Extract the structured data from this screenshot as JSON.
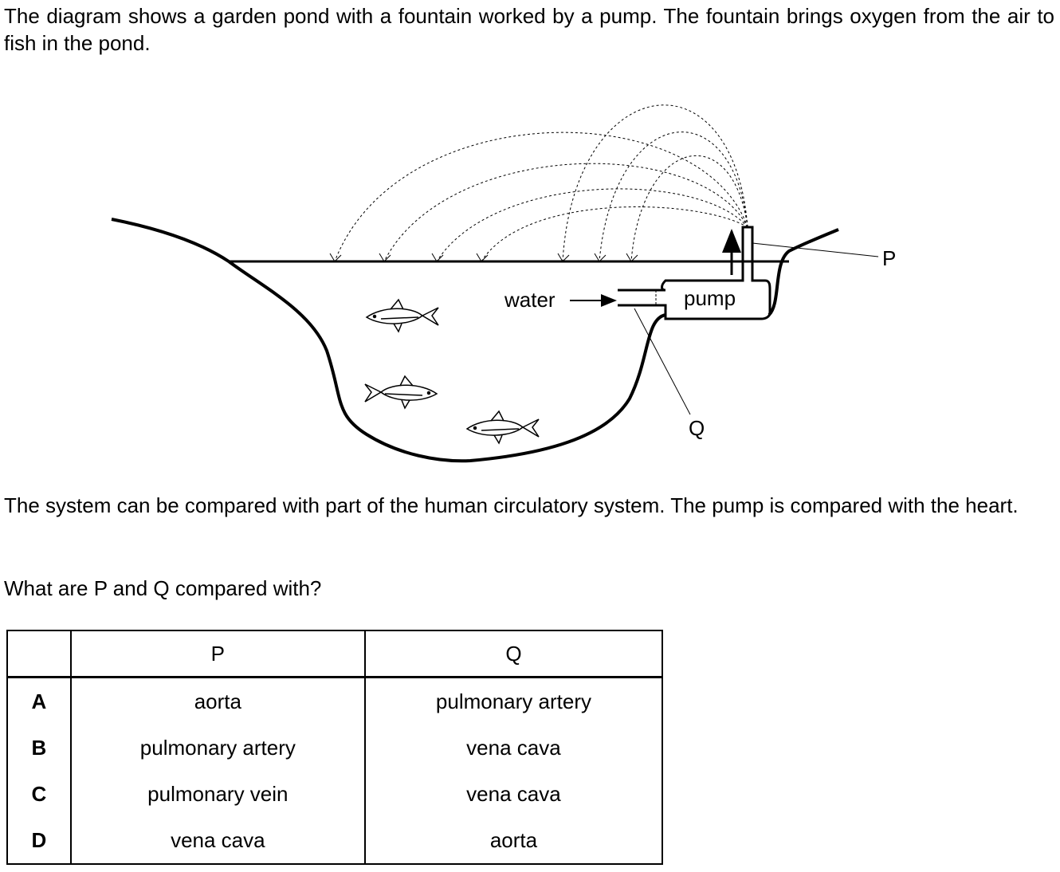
{
  "intro_text": "The diagram shows a garden pond with a fountain worked by a pump. The fountain brings oxygen from the air to fish in the pond.",
  "diagram": {
    "label_water": "water",
    "label_pump": "pump",
    "label_p": "P",
    "label_q": "Q"
  },
  "system_text": "The system can be compared with part of the human circulatory system. The pump is compared with the heart.",
  "question_text": "What are P and Q compared with?",
  "table": {
    "header_p": "P",
    "header_q": "Q",
    "rows": [
      {
        "key": "A",
        "p": "aorta",
        "q": "pulmonary artery"
      },
      {
        "key": "B",
        "p": "pulmonary artery",
        "q": "vena cava"
      },
      {
        "key": "C",
        "p": "pulmonary vein",
        "q": "vena cava"
      },
      {
        "key": "D",
        "p": "vena cava",
        "q": "aorta"
      }
    ]
  }
}
